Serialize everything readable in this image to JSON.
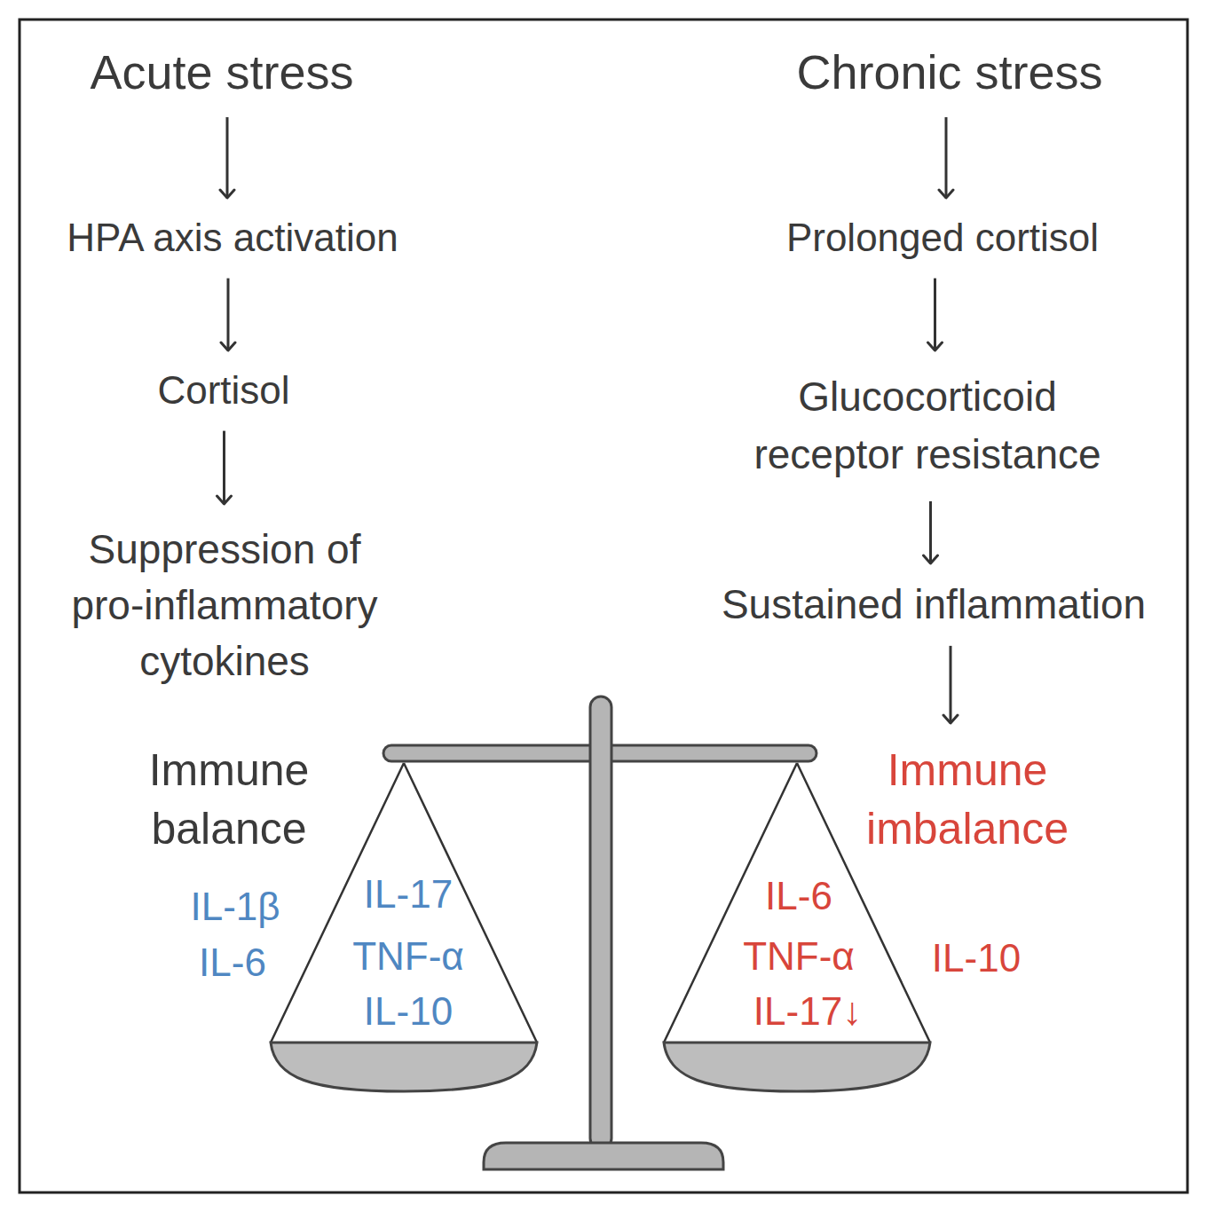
{
  "diagram": {
    "nodes": [
      {
        "text": [
          "Acute stress"
        ]
      },
      {
        "text": [
          "HPA axis activation"
        ]
      },
      {
        "text": [
          "Cortisol"
        ]
      },
      {
        "text": [
          "Suppression of pro-inflammatory cytokines"
        ]
      },
      {
        "text": [
          "Chronic stress"
        ]
      },
      {
        "text": [
          "Prolonged cortisol"
        ]
      },
      {
        "text": [
          "Glucocorticoid receptor resistance"
        ]
      },
      {
        "text": [
          "Sustained inflammation"
        ]
      },
      {
        "text": [
          "Immune imbalance"
        ]
      },
      {
        "text": [
          "IL-17",
          "TNF-α",
          "IL-10"
        ]
      },
      {
        "text": [
          "IL-6",
          "TNF-α",
          "IL-17↓"
        ]
      }
    ],
    "edges": [
      {
        "from": 0,
        "to": 1,
        "arrow": "to"
      },
      {
        "from": 1,
        "to": 2,
        "arrow": "to"
      },
      {
        "from": 2,
        "to": 3,
        "arrow": "to"
      },
      {
        "from": 4,
        "to": 5,
        "arrow": "to"
      },
      {
        "from": 5,
        "to": 6,
        "arrow": "to"
      },
      {
        "from": 6,
        "to": 7,
        "arrow": "to"
      },
      {
        "from": 7,
        "to": 8,
        "arrow": "to"
      }
    ],
    "labels": [
      "Immune balance",
      "IL-1β",
      "IL-6",
      "IL-10"
    ]
  }
}
